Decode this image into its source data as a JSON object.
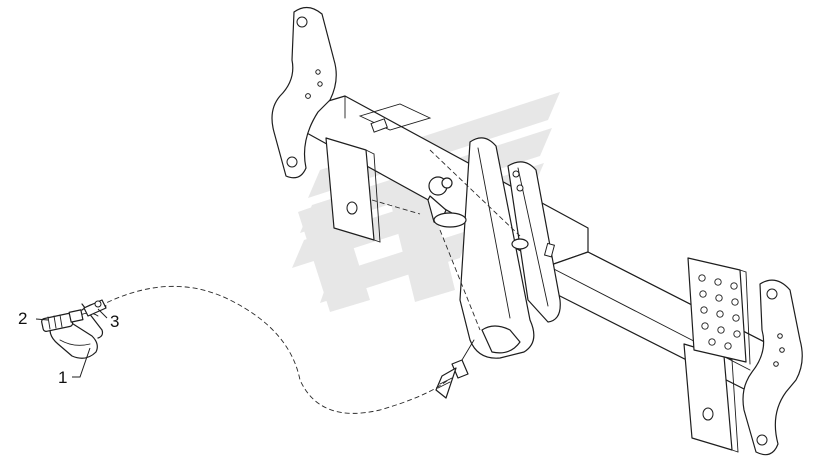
{
  "callouts": [
    {
      "id": "1",
      "text": "1"
    },
    {
      "id": "2",
      "text": "2"
    },
    {
      "id": "3",
      "text": "3"
    }
  ],
  "colors": {
    "line": "#1e1e1e",
    "watermark": "#cfcfcf",
    "background": "#ffffff"
  },
  "icons": [
    "watermark-logo"
  ]
}
